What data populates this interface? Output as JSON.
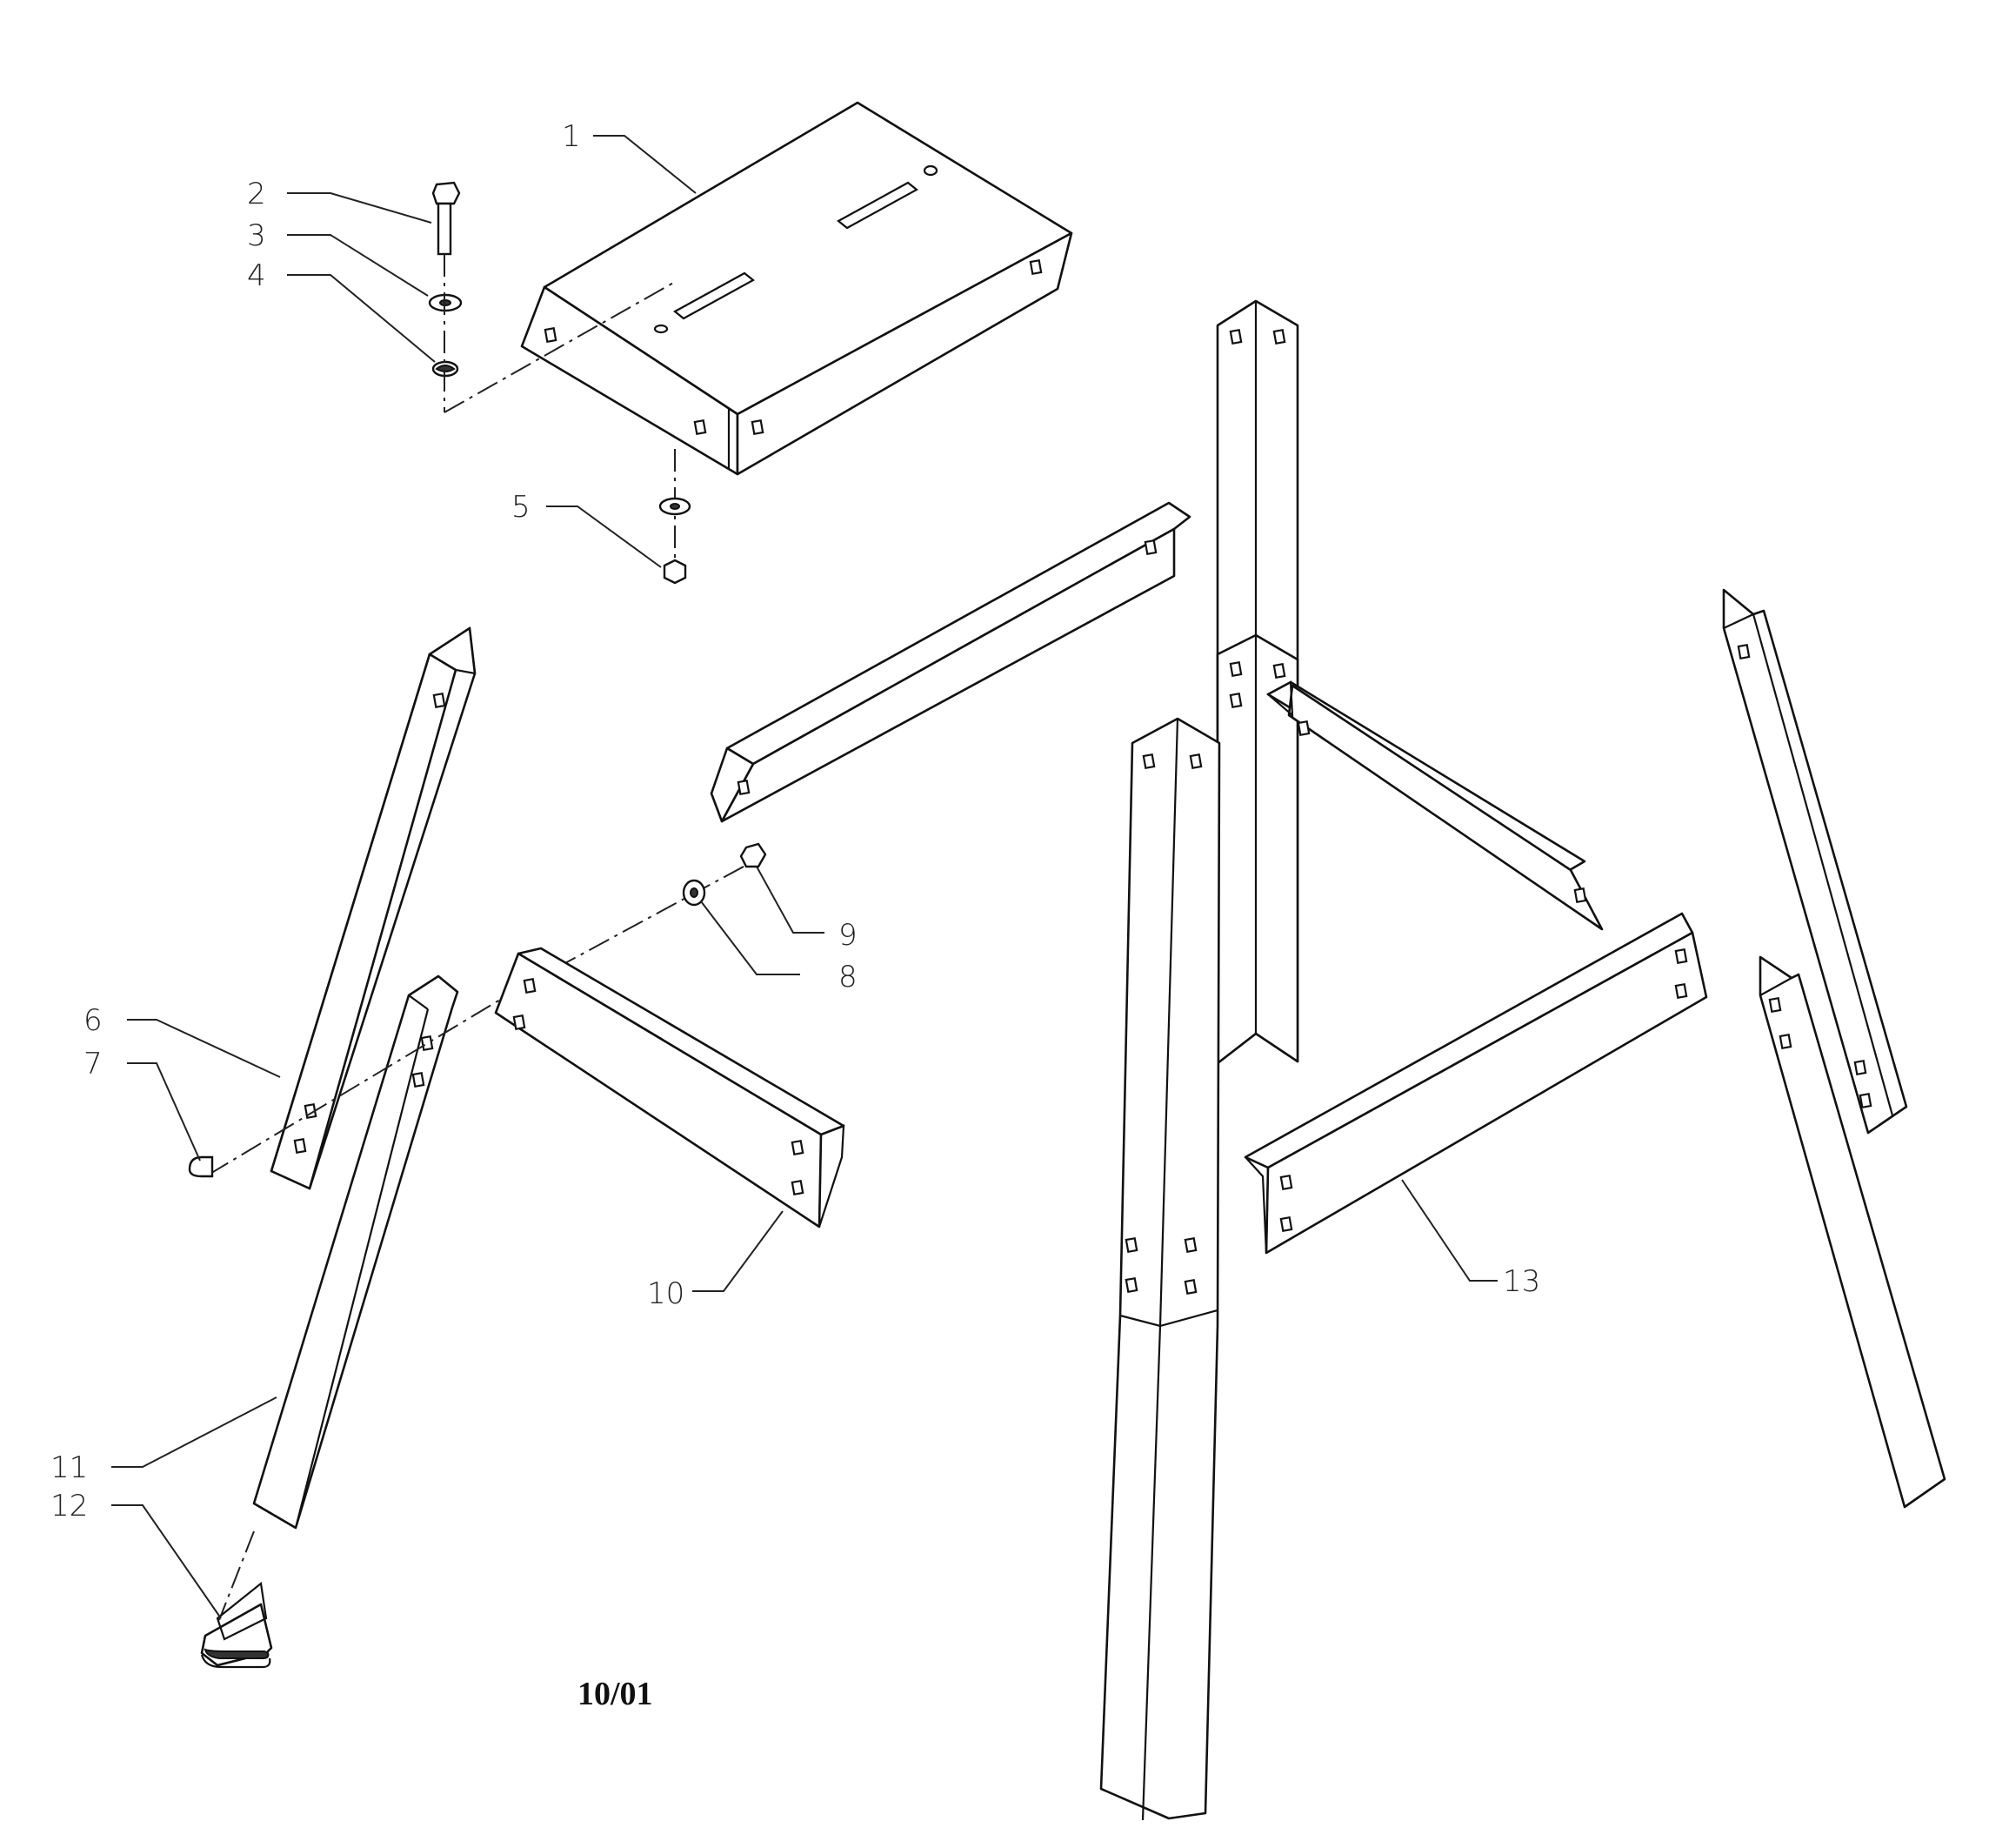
{
  "diagram": {
    "callouts": [
      {
        "id": "1",
        "label": "1"
      },
      {
        "id": "2",
        "label": "2"
      },
      {
        "id": "3",
        "label": "3"
      },
      {
        "id": "4",
        "label": "4"
      },
      {
        "id": "5",
        "label": "5"
      },
      {
        "id": "6",
        "label": "6"
      },
      {
        "id": "7",
        "label": "7"
      },
      {
        "id": "8",
        "label": "8"
      },
      {
        "id": "9",
        "label": "9"
      },
      {
        "id": "10",
        "label": "10"
      },
      {
        "id": "11",
        "label": "11"
      },
      {
        "id": "12",
        "label": "12"
      },
      {
        "id": "13",
        "label": "13"
      }
    ],
    "date_code": "10/01"
  }
}
